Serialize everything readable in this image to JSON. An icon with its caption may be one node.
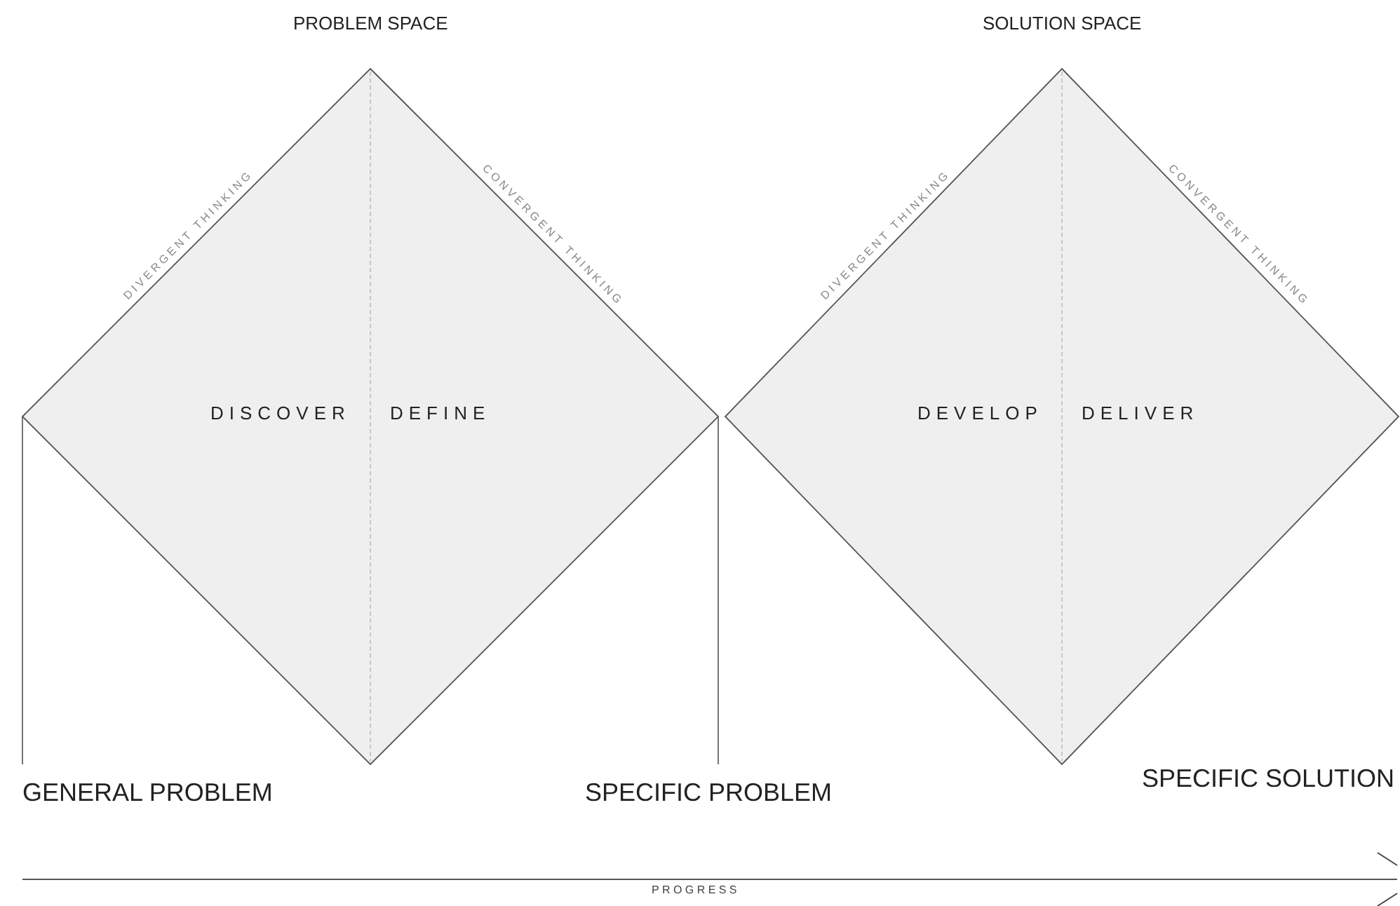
{
  "diagram": {
    "nodes": [
      {
        "text": [
          "DIVERGENT THINKING",
          "CONVERGENT THINKING",
          "DISCOVER",
          "DEFINE"
        ],
        "beside": [
          "PROBLEM SPACE"
        ]
      },
      {
        "text": [
          "DIVERGENT THINKING",
          "CONVERGENT THINKING",
          "DEVELOP",
          "DELIVER"
        ],
        "beside": [
          "SOLUTION SPACE"
        ]
      },
      {
        "text": [
          "GENERAL PROBLEM"
        ]
      },
      {
        "text": [
          "SPECIFIC PROBLEM"
        ]
      }
    ],
    "edges": [
      {
        "from": 2,
        "to": 0,
        "arrow": "none"
      },
      {
        "from": 3,
        "to": 0,
        "arrow": "none"
      }
    ],
    "labels": [
      "SPECIFIC SOLUTION",
      "PROGRESS"
    ]
  }
}
